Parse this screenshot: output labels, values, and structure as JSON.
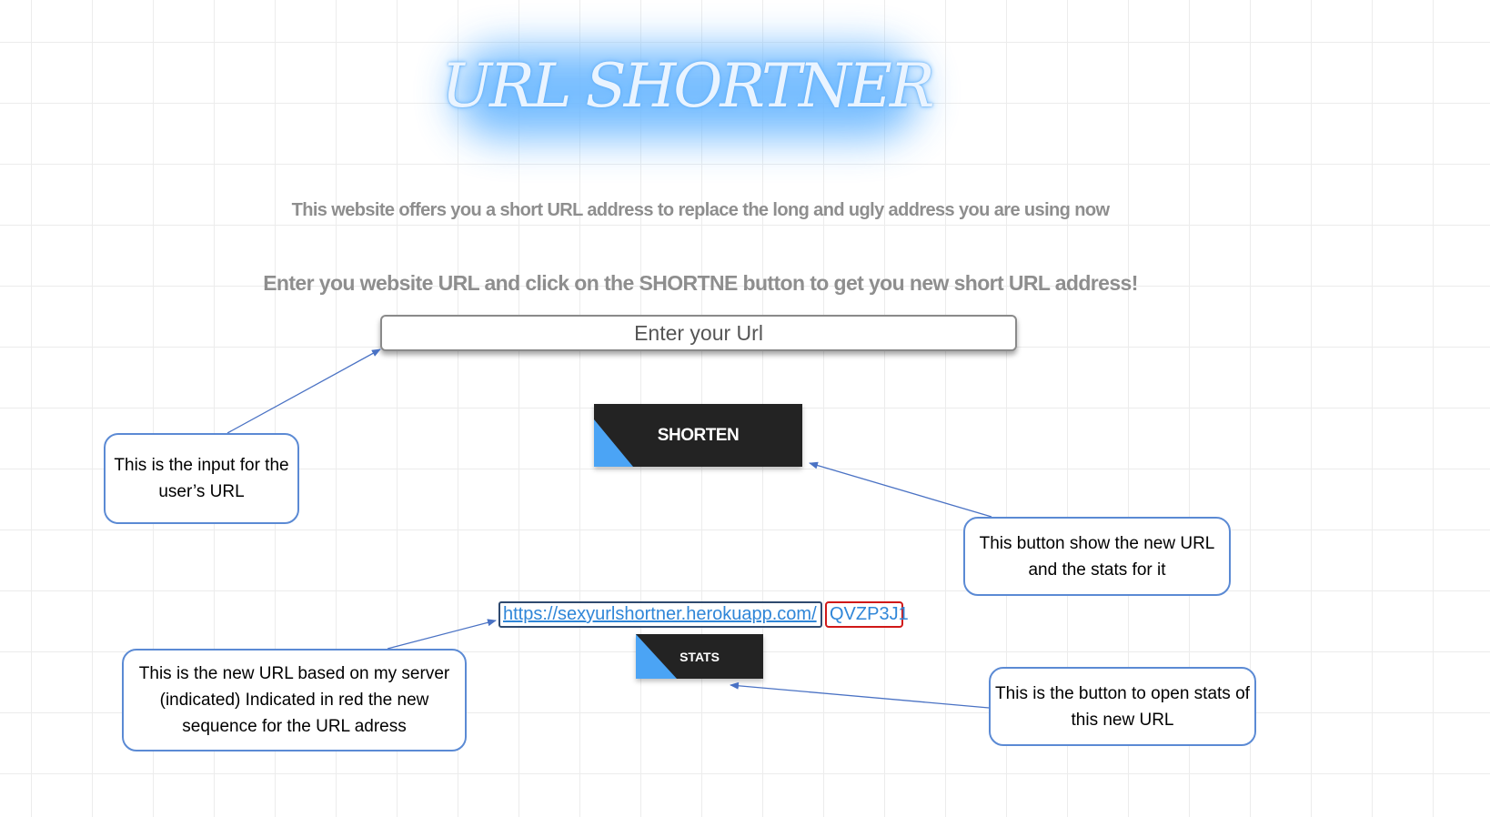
{
  "header": {
    "title": "URL SHORTNER",
    "subtitle": "This website offers you a short URL address to replace the long and ugly address you are using now",
    "instruction": "Enter you website URL and click on the SHORTNE button to get you new short URL address!"
  },
  "form": {
    "url_placeholder": "Enter your Url",
    "shorten_label": "SHORTEN"
  },
  "result": {
    "base_url": "https://sexyurlshortner.herokuapp.com/",
    "code": "QVZP3J1",
    "stats_label": "STATS"
  },
  "annotations": {
    "input": "This is the input for the user’s URL",
    "shorten_button": "This button show the new URL and the stats for it",
    "new_url": "This is the new URL based on my server (indicated) Indicated in red the new sequence for the URL adress",
    "stats_button": "This is the button to open stats of this new URL"
  },
  "colors": {
    "accent_blue": "#4ba4f5",
    "button_dark": "#232323",
    "callout_border": "#5b8ad4",
    "code_highlight": "#d01818",
    "text_gray": "#8e8e8e"
  }
}
